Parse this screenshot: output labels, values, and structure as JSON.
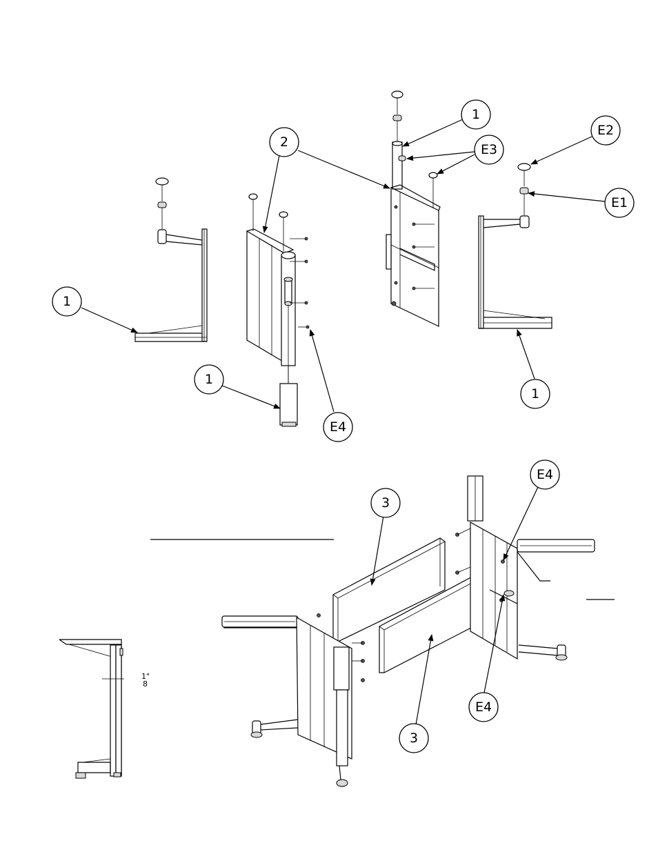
{
  "callouts": {
    "c1_top_right": "1",
    "c2": "2",
    "e3": "E3",
    "e2": "E2",
    "e1": "E1",
    "c1_left": "1",
    "c1_mid": "1",
    "e4_top": "E4",
    "c1_right": "1",
    "c3_top": "3",
    "e4_upper_right": "E4",
    "e4_lower": "E4",
    "c3_bottom": "3"
  },
  "dimension": {
    "numerator": "1\"",
    "denominator": "8"
  }
}
